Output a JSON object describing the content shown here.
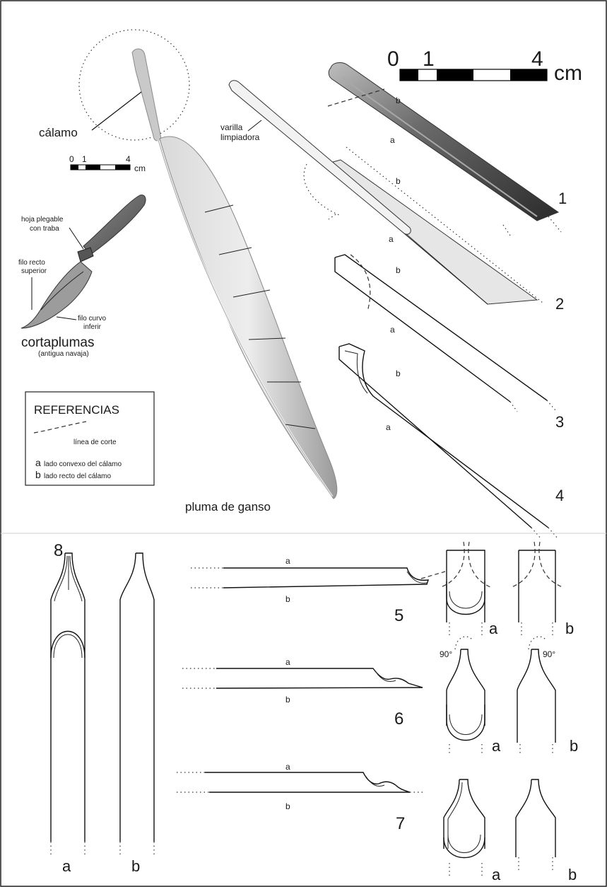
{
  "scale": {
    "zero": "0",
    "one": "1",
    "four": "4",
    "unit": "cm"
  },
  "labels": {
    "calamo": "cálamo",
    "varilla_1": "varilla",
    "varilla_2": "limpiadora",
    "hoja_1": "hoja plegable",
    "hoja_2": "con traba",
    "filo_sup_1": "filo recto",
    "filo_sup_2": "superior",
    "filo_inf_1": "filo curvo",
    "filo_inf_2": "inferir",
    "cortaplumas": "cortaplumas",
    "navaja": "(antigua navaja)",
    "pluma": "pluma de ganso"
  },
  "referencias": {
    "title": "REFERENCIAS",
    "linea": "línea de corte",
    "a_key": "a",
    "a_text": "lado convexo del cálamo",
    "b_key": "b",
    "b_text": "lado recto del cálamo"
  },
  "steps": {
    "s1": "1",
    "s2": "2",
    "s3": "3",
    "s4": "4",
    "s5": "5",
    "s6": "6",
    "s7": "7",
    "s8": "8"
  },
  "sides": {
    "a": "a",
    "b": "b"
  },
  "angle": "90°"
}
